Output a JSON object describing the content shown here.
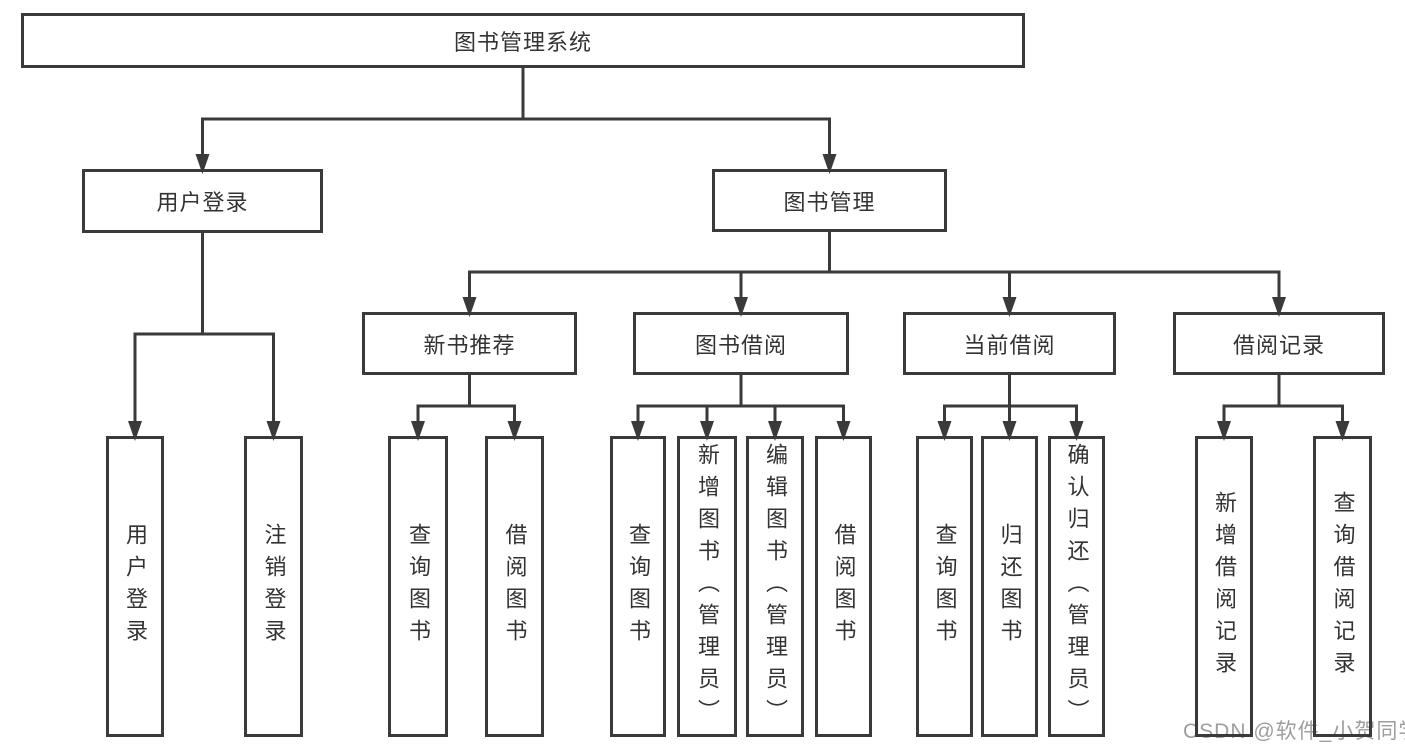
{
  "diagram": {
    "type": "hierarchy",
    "title": "图书管理系统",
    "nodes": [
      {
        "id": "root",
        "label": "图书管理系统",
        "parent": null
      },
      {
        "id": "login",
        "label": "用户登录",
        "parent": "root"
      },
      {
        "id": "mgmt",
        "label": "图书管理",
        "parent": "root"
      },
      {
        "id": "user-login",
        "label": "用户登录",
        "parent": "login"
      },
      {
        "id": "logout",
        "label": "注销登录",
        "parent": "login"
      },
      {
        "id": "new-books",
        "label": "新书推荐",
        "parent": "mgmt"
      },
      {
        "id": "borrow",
        "label": "图书借阅",
        "parent": "mgmt"
      },
      {
        "id": "current",
        "label": "当前借阅",
        "parent": "mgmt"
      },
      {
        "id": "records",
        "label": "借阅记录",
        "parent": "mgmt"
      },
      {
        "id": "nb-query",
        "label": "查询图书",
        "parent": "new-books"
      },
      {
        "id": "nb-borrow",
        "label": "借阅图书",
        "parent": "new-books"
      },
      {
        "id": "bw-query",
        "label": "查询图书",
        "parent": "borrow"
      },
      {
        "id": "bw-add",
        "label": "新增图书（管理员）",
        "parent": "borrow"
      },
      {
        "id": "bw-edit",
        "label": "编辑图书（管理员）",
        "parent": "borrow"
      },
      {
        "id": "bw-borrow",
        "label": "借阅图书",
        "parent": "borrow"
      },
      {
        "id": "cu-query",
        "label": "查询图书",
        "parent": "current"
      },
      {
        "id": "cu-return",
        "label": "归还图书",
        "parent": "current"
      },
      {
        "id": "cu-confirm",
        "label": "确认归还（管理员）",
        "parent": "current"
      },
      {
        "id": "rc-add",
        "label": "新增借阅记录",
        "parent": "records"
      },
      {
        "id": "rc-query",
        "label": "查询借阅记录",
        "parent": "records"
      }
    ]
  },
  "watermark": "CSDN @软件_小贺同学",
  "colors": {
    "line": "#3a3a3a",
    "text": "#333333",
    "watermark": "#9e9e9e",
    "background": "#ffffff"
  }
}
